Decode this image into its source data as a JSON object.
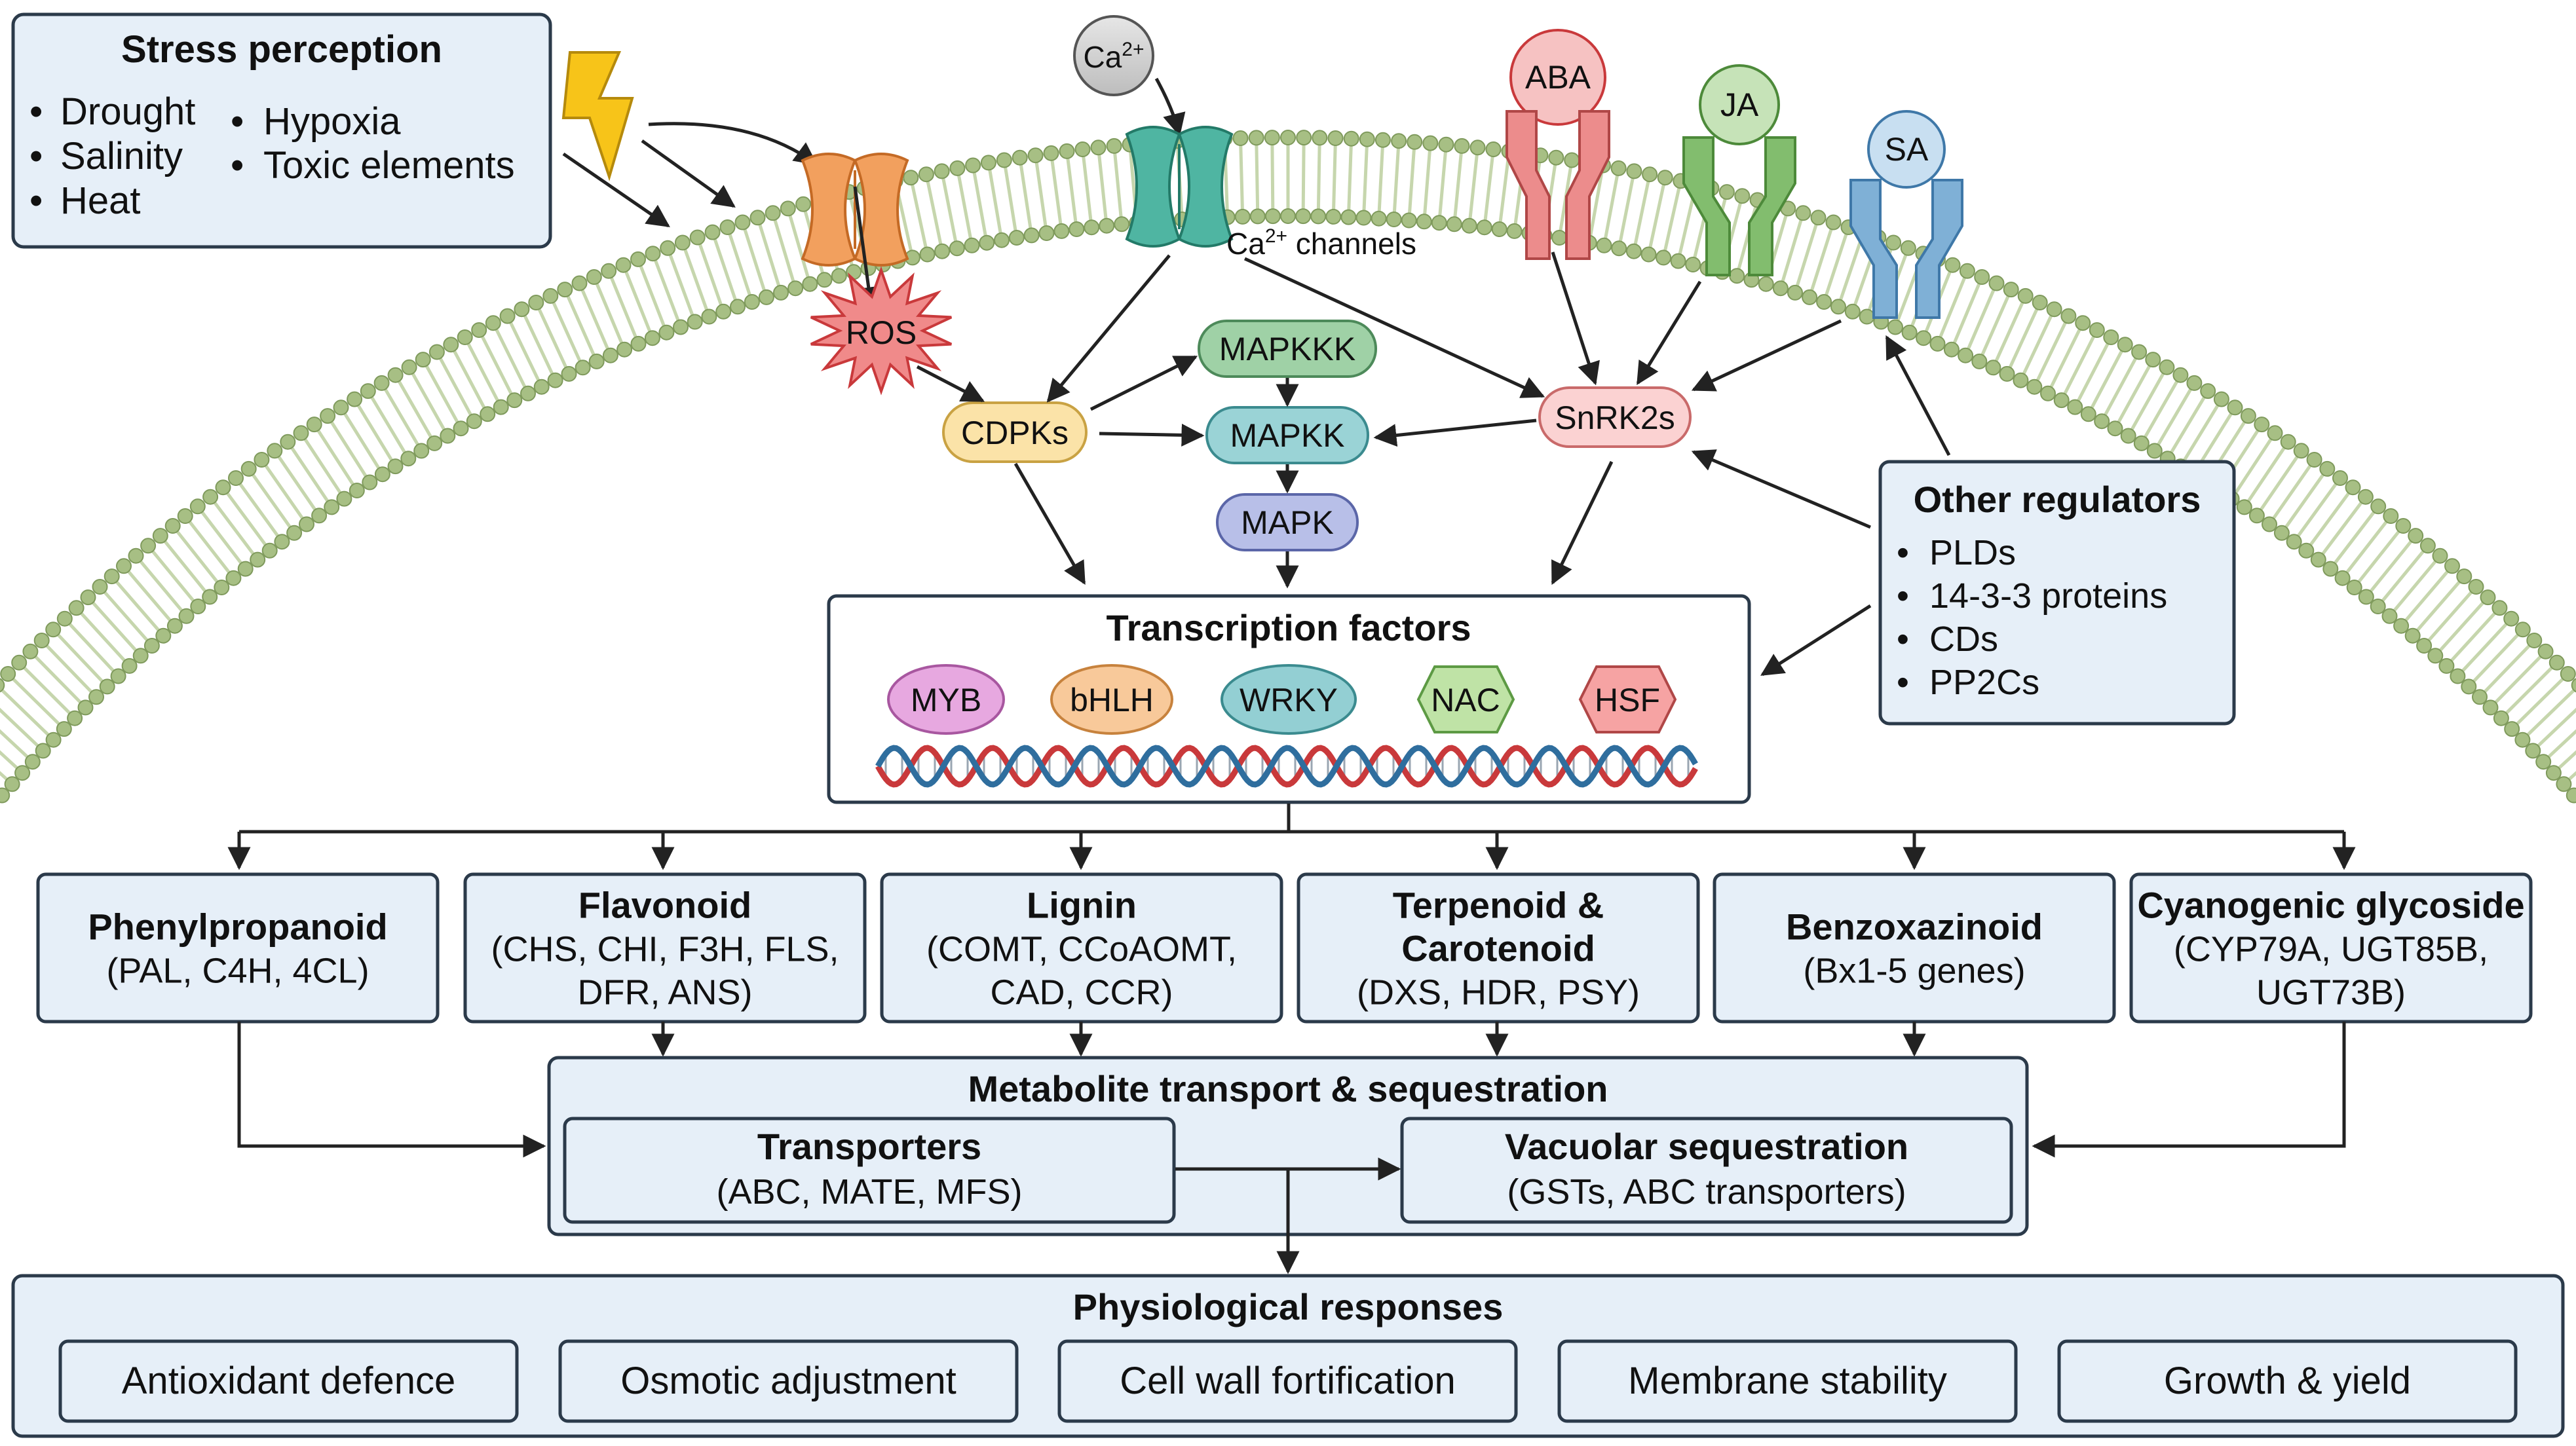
{
  "stress_perception": {
    "title": "Stress perception",
    "left_items": [
      "Drought",
      "Salinity",
      "Heat"
    ],
    "right_items": [
      "Hypoxia",
      "Toxic elements"
    ]
  },
  "membrane": {
    "ca_ion": "Ca2+",
    "ca_channels_label": "Ca2+ channels",
    "hormones": [
      "ABA",
      "JA",
      "SA"
    ],
    "ros": "ROS"
  },
  "signaling": {
    "cdpks": "CDPKs",
    "mapkkk": "MAPKKK",
    "mapkk": "MAPKK",
    "mapk": "MAPK",
    "snrk2s": "SnRK2s"
  },
  "other_regulators": {
    "title": "Other regulators",
    "items": [
      "PLDs",
      "14-3-3 proteins",
      "CDs",
      "PP2Cs"
    ]
  },
  "transcription_factors": {
    "title": "Transcription factors",
    "items": [
      "MYB",
      "bHLH",
      "WRKY",
      "NAC",
      "HSF"
    ]
  },
  "pathways": [
    {
      "title": [
        "Phenylpropanoid"
      ],
      "genes": [
        "(PAL, C4H, 4CL)"
      ]
    },
    {
      "title": [
        "Flavonoid"
      ],
      "genes": [
        "(CHS, CHI, F3H, FLS,",
        "DFR, ANS)"
      ]
    },
    {
      "title": [
        "Lignin"
      ],
      "genes": [
        "(COMT, CCoAOMT,",
        "CAD, CCR)"
      ]
    },
    {
      "title": [
        "Terpenoid &",
        "Carotenoid"
      ],
      "genes": [
        "(DXS, HDR, PSY)"
      ]
    },
    {
      "title": [
        "Benzoxazinoid"
      ],
      "genes": [
        "(Bx1-5 genes)"
      ]
    },
    {
      "title": [
        "Cyanogenic glycoside"
      ],
      "genes": [
        "(CYP79A, UGT85B,",
        "UGT73B)"
      ]
    }
  ],
  "transport": {
    "title": "Metabolite transport & sequestration",
    "transporters_title": "Transporters",
    "transporters_sub": "(ABC, MATE, MFS)",
    "vacuolar_title": "Vacuolar sequestration",
    "vacuolar_sub": "(GSTs, ABC transporters)"
  },
  "physiological": {
    "title": "Physiological responses",
    "items": [
      "Antioxidant defence",
      "Osmotic adjustment",
      "Cell wall fortification",
      "Membrane stability",
      "Growth & yield"
    ]
  },
  "colors": {
    "box_fill": "#e6eff8",
    "box_stroke": "#2b3a4a",
    "membrane": "#a7bf84",
    "ros": "#f08a8a",
    "cdpk": "#fbe3a8",
    "mapkkk": "#9fd1a6",
    "mapkk": "#9ad3d6",
    "mapk": "#b8bfe8",
    "snrk": "#fbd2d2",
    "myb": "#e7a8e0",
    "bhlh": "#f8c99a",
    "wrky": "#93cfd3",
    "nac": "#bfe3a6",
    "hsf": "#f6a3a3",
    "aba": "#ec8c8c",
    "ja": "#82bd6e",
    "sa": "#7fb0d6",
    "channel_orange": "#f2a05e",
    "channel_teal": "#4fb5a2",
    "dna_red": "#c9393b",
    "dna_blue": "#2f6e9e"
  }
}
